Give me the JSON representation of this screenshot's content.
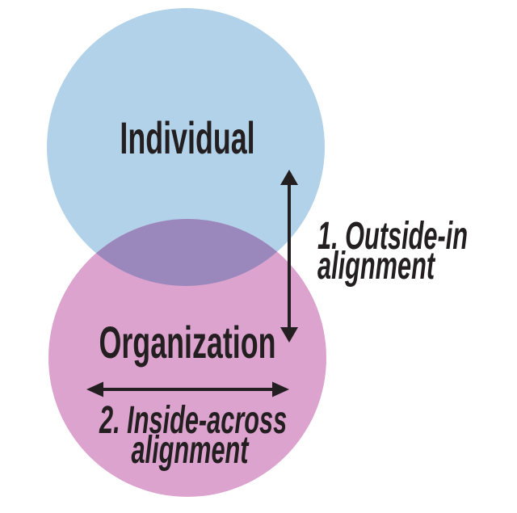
{
  "diagram": {
    "type": "venn-two-circle",
    "circle_individual": {
      "label": "Individual",
      "fill": "#b1d2e8"
    },
    "circle_organization": {
      "label": "Organization",
      "fill": "#dda3cf"
    },
    "overlap_fill": "#9a87bc",
    "ink_color": "#231f20",
    "annotation_outside_in": {
      "line1": "1. Outside-in",
      "line2": "alignment"
    },
    "annotation_inside_across": {
      "line1": "2. Inside-across",
      "line2": "alignment"
    }
  }
}
